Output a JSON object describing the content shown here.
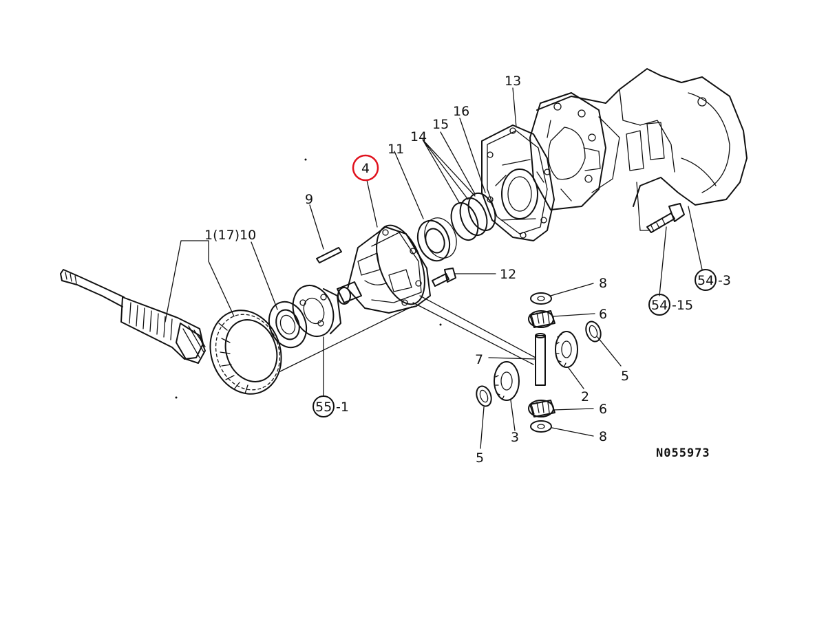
{
  "drawing_id": "N055973",
  "highlight_color": "#e0121e",
  "callouts": {
    "c1": "1(17)",
    "c10": "10",
    "c9": "9",
    "c4": "4",
    "c11": "11",
    "c14": "14",
    "c15": "15",
    "c16": "16",
    "c13": "13",
    "c12": "12",
    "c8a": "8",
    "c6a": "6",
    "c5a": "5",
    "c2": "2",
    "c7": "7",
    "c6b": "6",
    "c3": "3",
    "c8b": "8",
    "c5b": "5",
    "c55_1": "55",
    "c55_1s": "-1",
    "c54_3": "54",
    "c54_3s": "-3",
    "c54_15": "54",
    "c54_15s": "-15"
  }
}
